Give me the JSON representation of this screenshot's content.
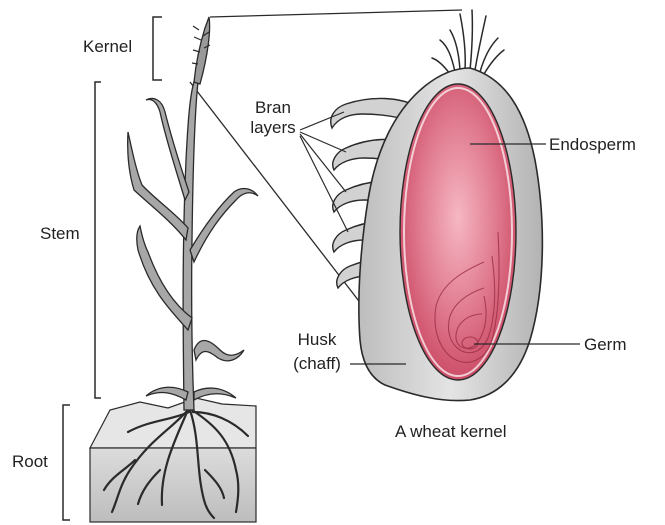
{
  "labels": {
    "kernel": "Kernel",
    "stem": "Stem",
    "root": "Root",
    "bran_line1": "Bran",
    "bran_line2": "layers",
    "endosperm": "Endosperm",
    "husk_line1": "Husk",
    "husk_line2": "(chaff)",
    "germ": "Germ",
    "caption": "A wheat kernel"
  },
  "colors": {
    "line": "#2a2a2a",
    "plant_fill": "#9a9a9a",
    "soil_fill": "#cfcfcf",
    "husk_fill": "#c8c8c8",
    "endosperm": "#d4506a",
    "endosperm_light": "#f2a8b6"
  }
}
